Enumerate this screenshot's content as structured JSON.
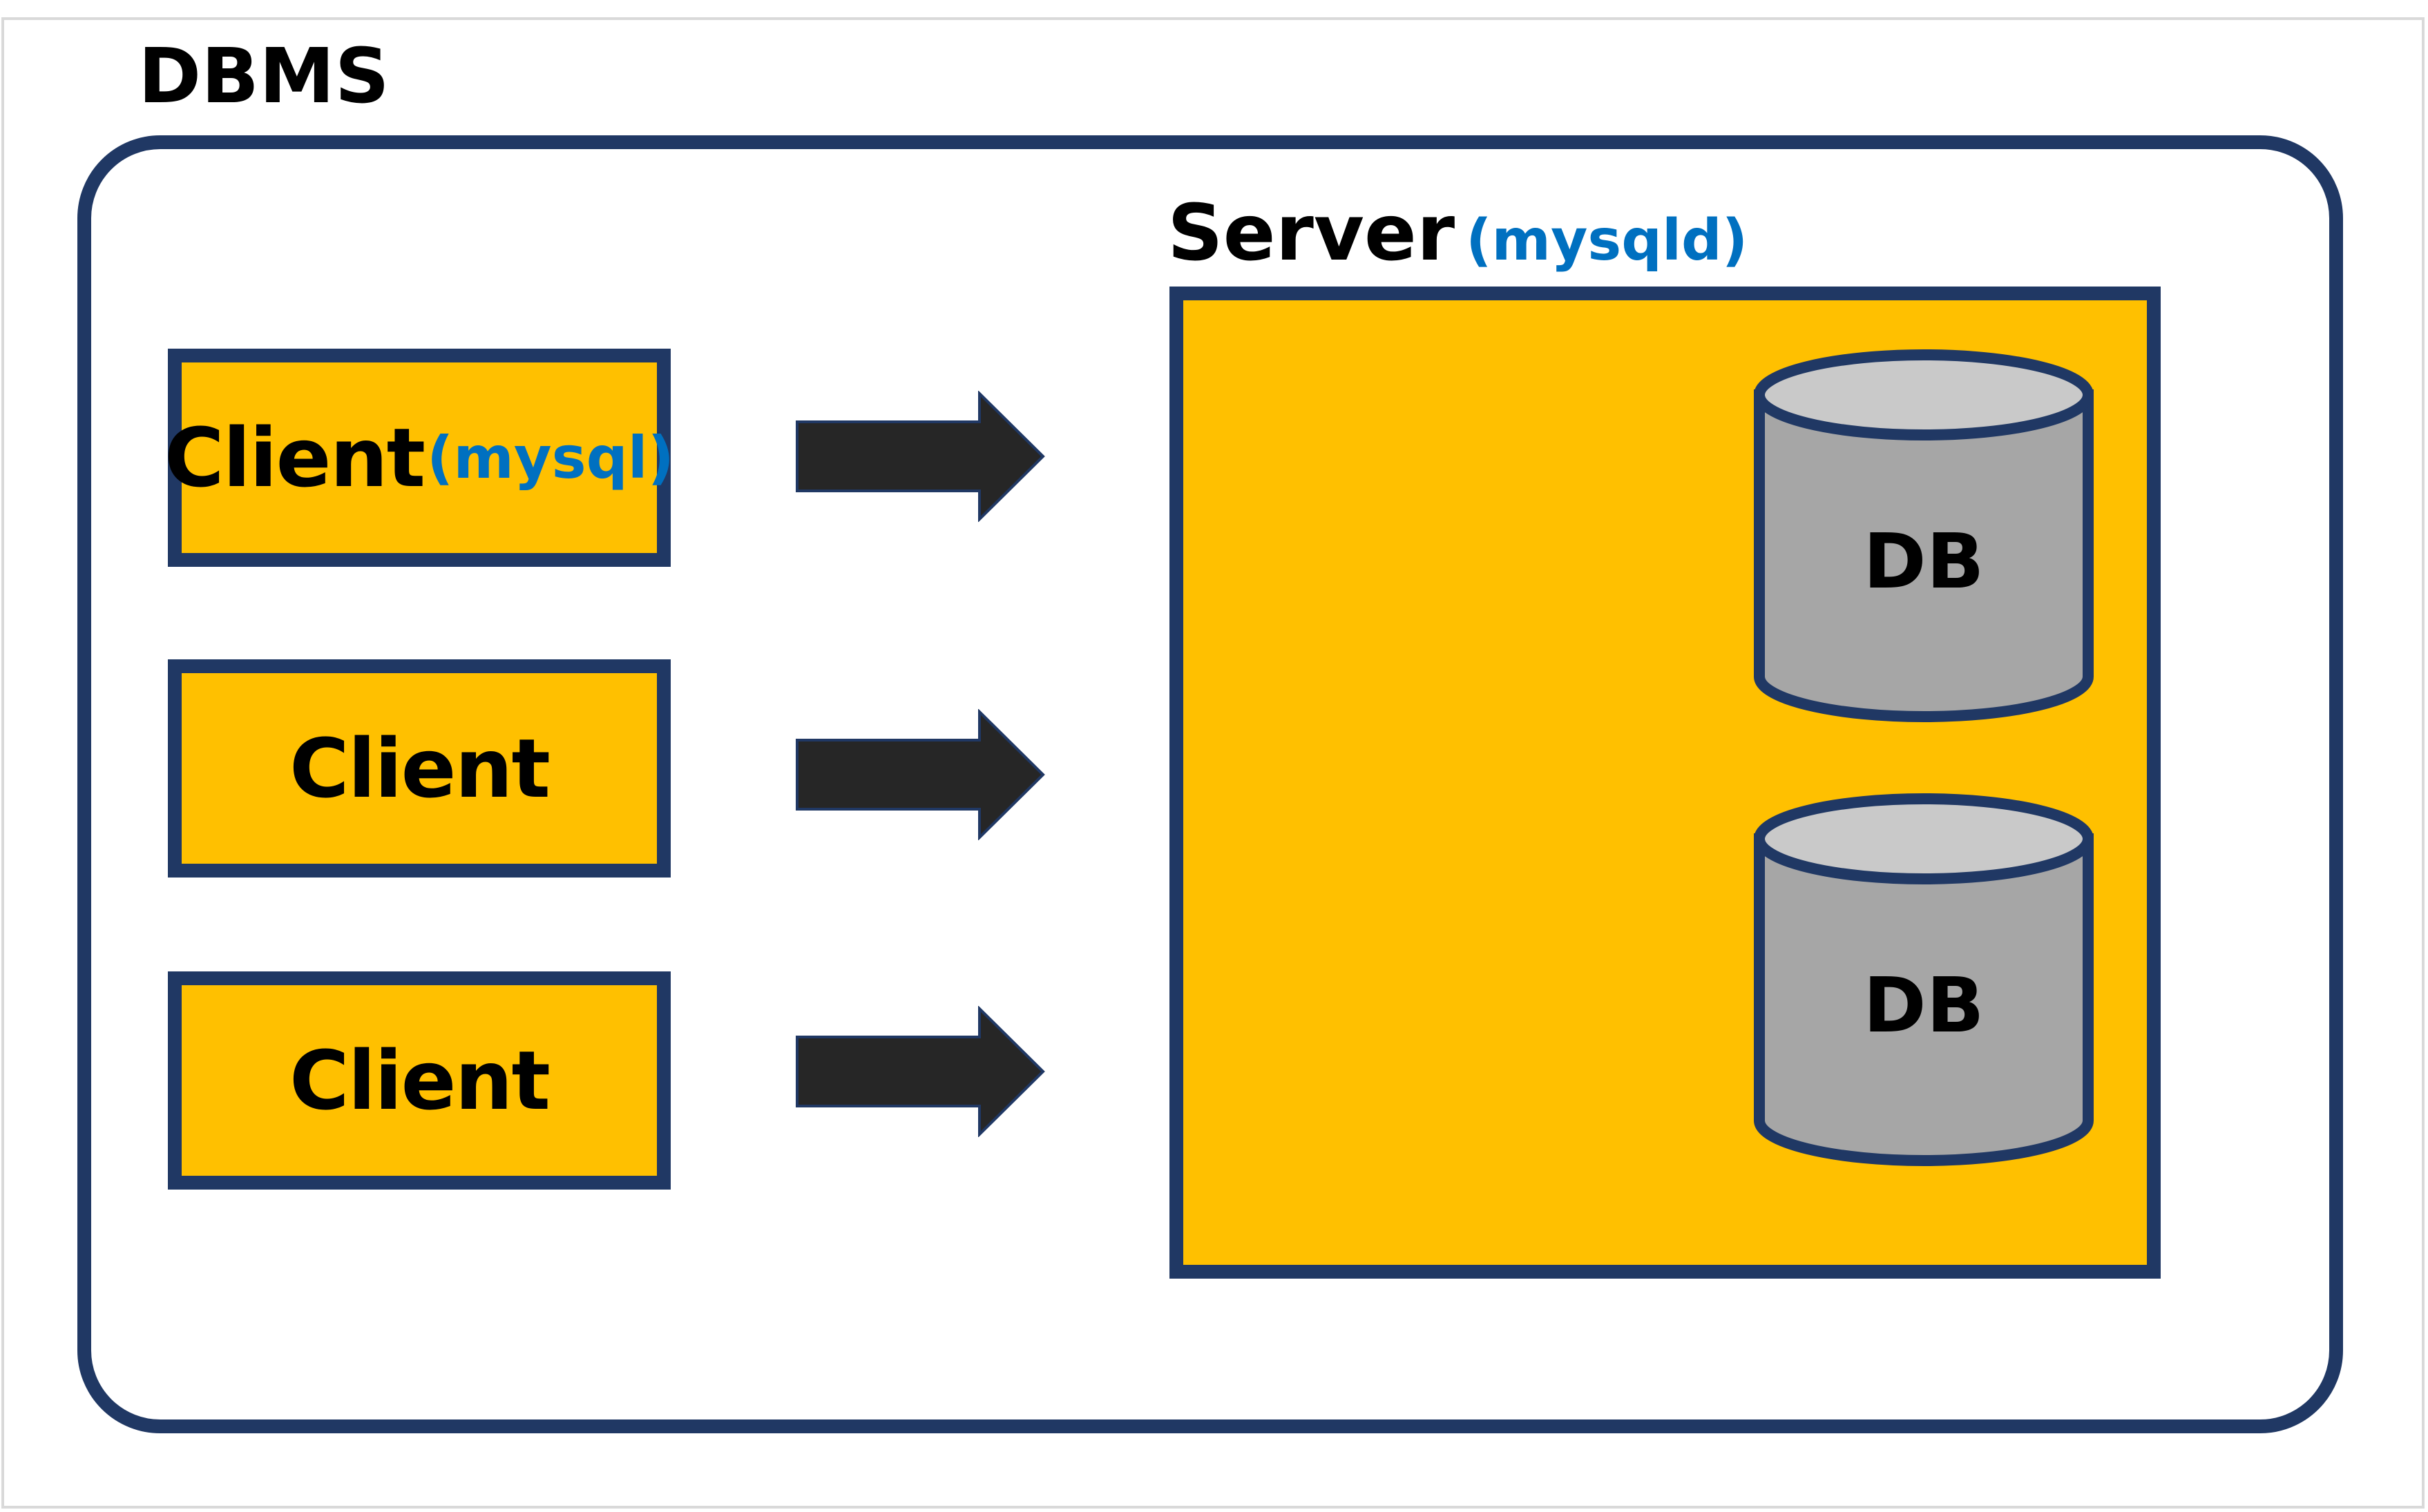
{
  "dbms": {
    "title": "DBMS"
  },
  "clients": [
    {
      "label": "Client",
      "sub": "(mysql)"
    },
    {
      "label": "Client",
      "sub": ""
    },
    {
      "label": "Client",
      "sub": ""
    }
  ],
  "server": {
    "title": "Server",
    "sub": "(mysqld)"
  },
  "databases": [
    {
      "label": "DB"
    },
    {
      "label": "DB"
    }
  ],
  "colors": {
    "box_fill": "#ffc000",
    "border": "#203864",
    "accent_text": "#0070c0",
    "arrow": "#262626",
    "db_body": "#a6a6a6",
    "db_top": "#c9c9c9"
  }
}
